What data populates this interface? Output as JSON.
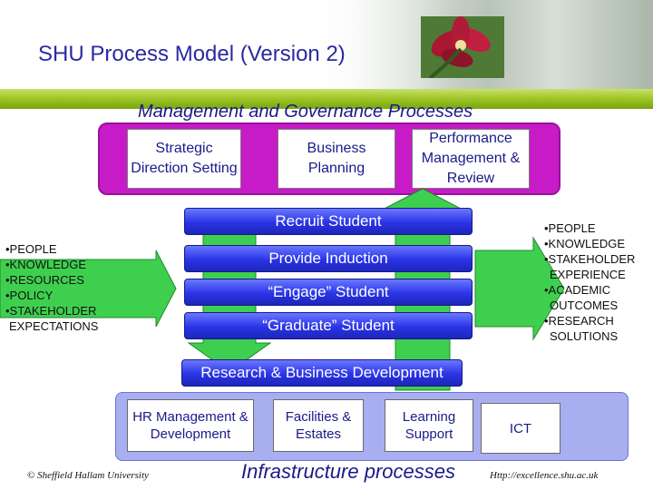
{
  "title": "SHU Process Model (Version 2)",
  "management": {
    "heading": "Management and Governance Processes",
    "boxes": [
      "Strategic Direction Setting",
      "Business Planning",
      "Performance Management & Review"
    ]
  },
  "student_processes": [
    "Recruit Student",
    "Provide Induction",
    "“Engage” Student",
    "“Graduate” Student"
  ],
  "research_bar": "Research & Business Development",
  "inputs": [
    "•PEOPLE",
    "•KNOWLEDGE",
    "•RESOURCES",
    "•POLICY",
    "•STAKEHOLDER",
    "EXPECTATIONS"
  ],
  "outputs": [
    "•PEOPLE",
    "•KNOWLEDGE",
    "•STAKEHOLDER",
    "EXPERIENCE",
    "•ACADEMIC",
    "OUTCOMES",
    "•RESEARCH",
    "SOLUTIONS"
  ],
  "infrastructure": {
    "boxes": [
      "HR Management & Development",
      "Facilities & Estates",
      "Learning Support",
      "ICT"
    ],
    "heading": "Infrastructure processes"
  },
  "footer": {
    "copyright": "© Sheffield Hallam University",
    "url": "Http://excellence.shu.ac.uk"
  },
  "colors": {
    "title": "#2a2aa0",
    "management_box": "#c81bc8",
    "process_bar": "#2a34e6",
    "arrow_green": "#3fcf4f",
    "infrastructure_box": "#a8aef0"
  }
}
